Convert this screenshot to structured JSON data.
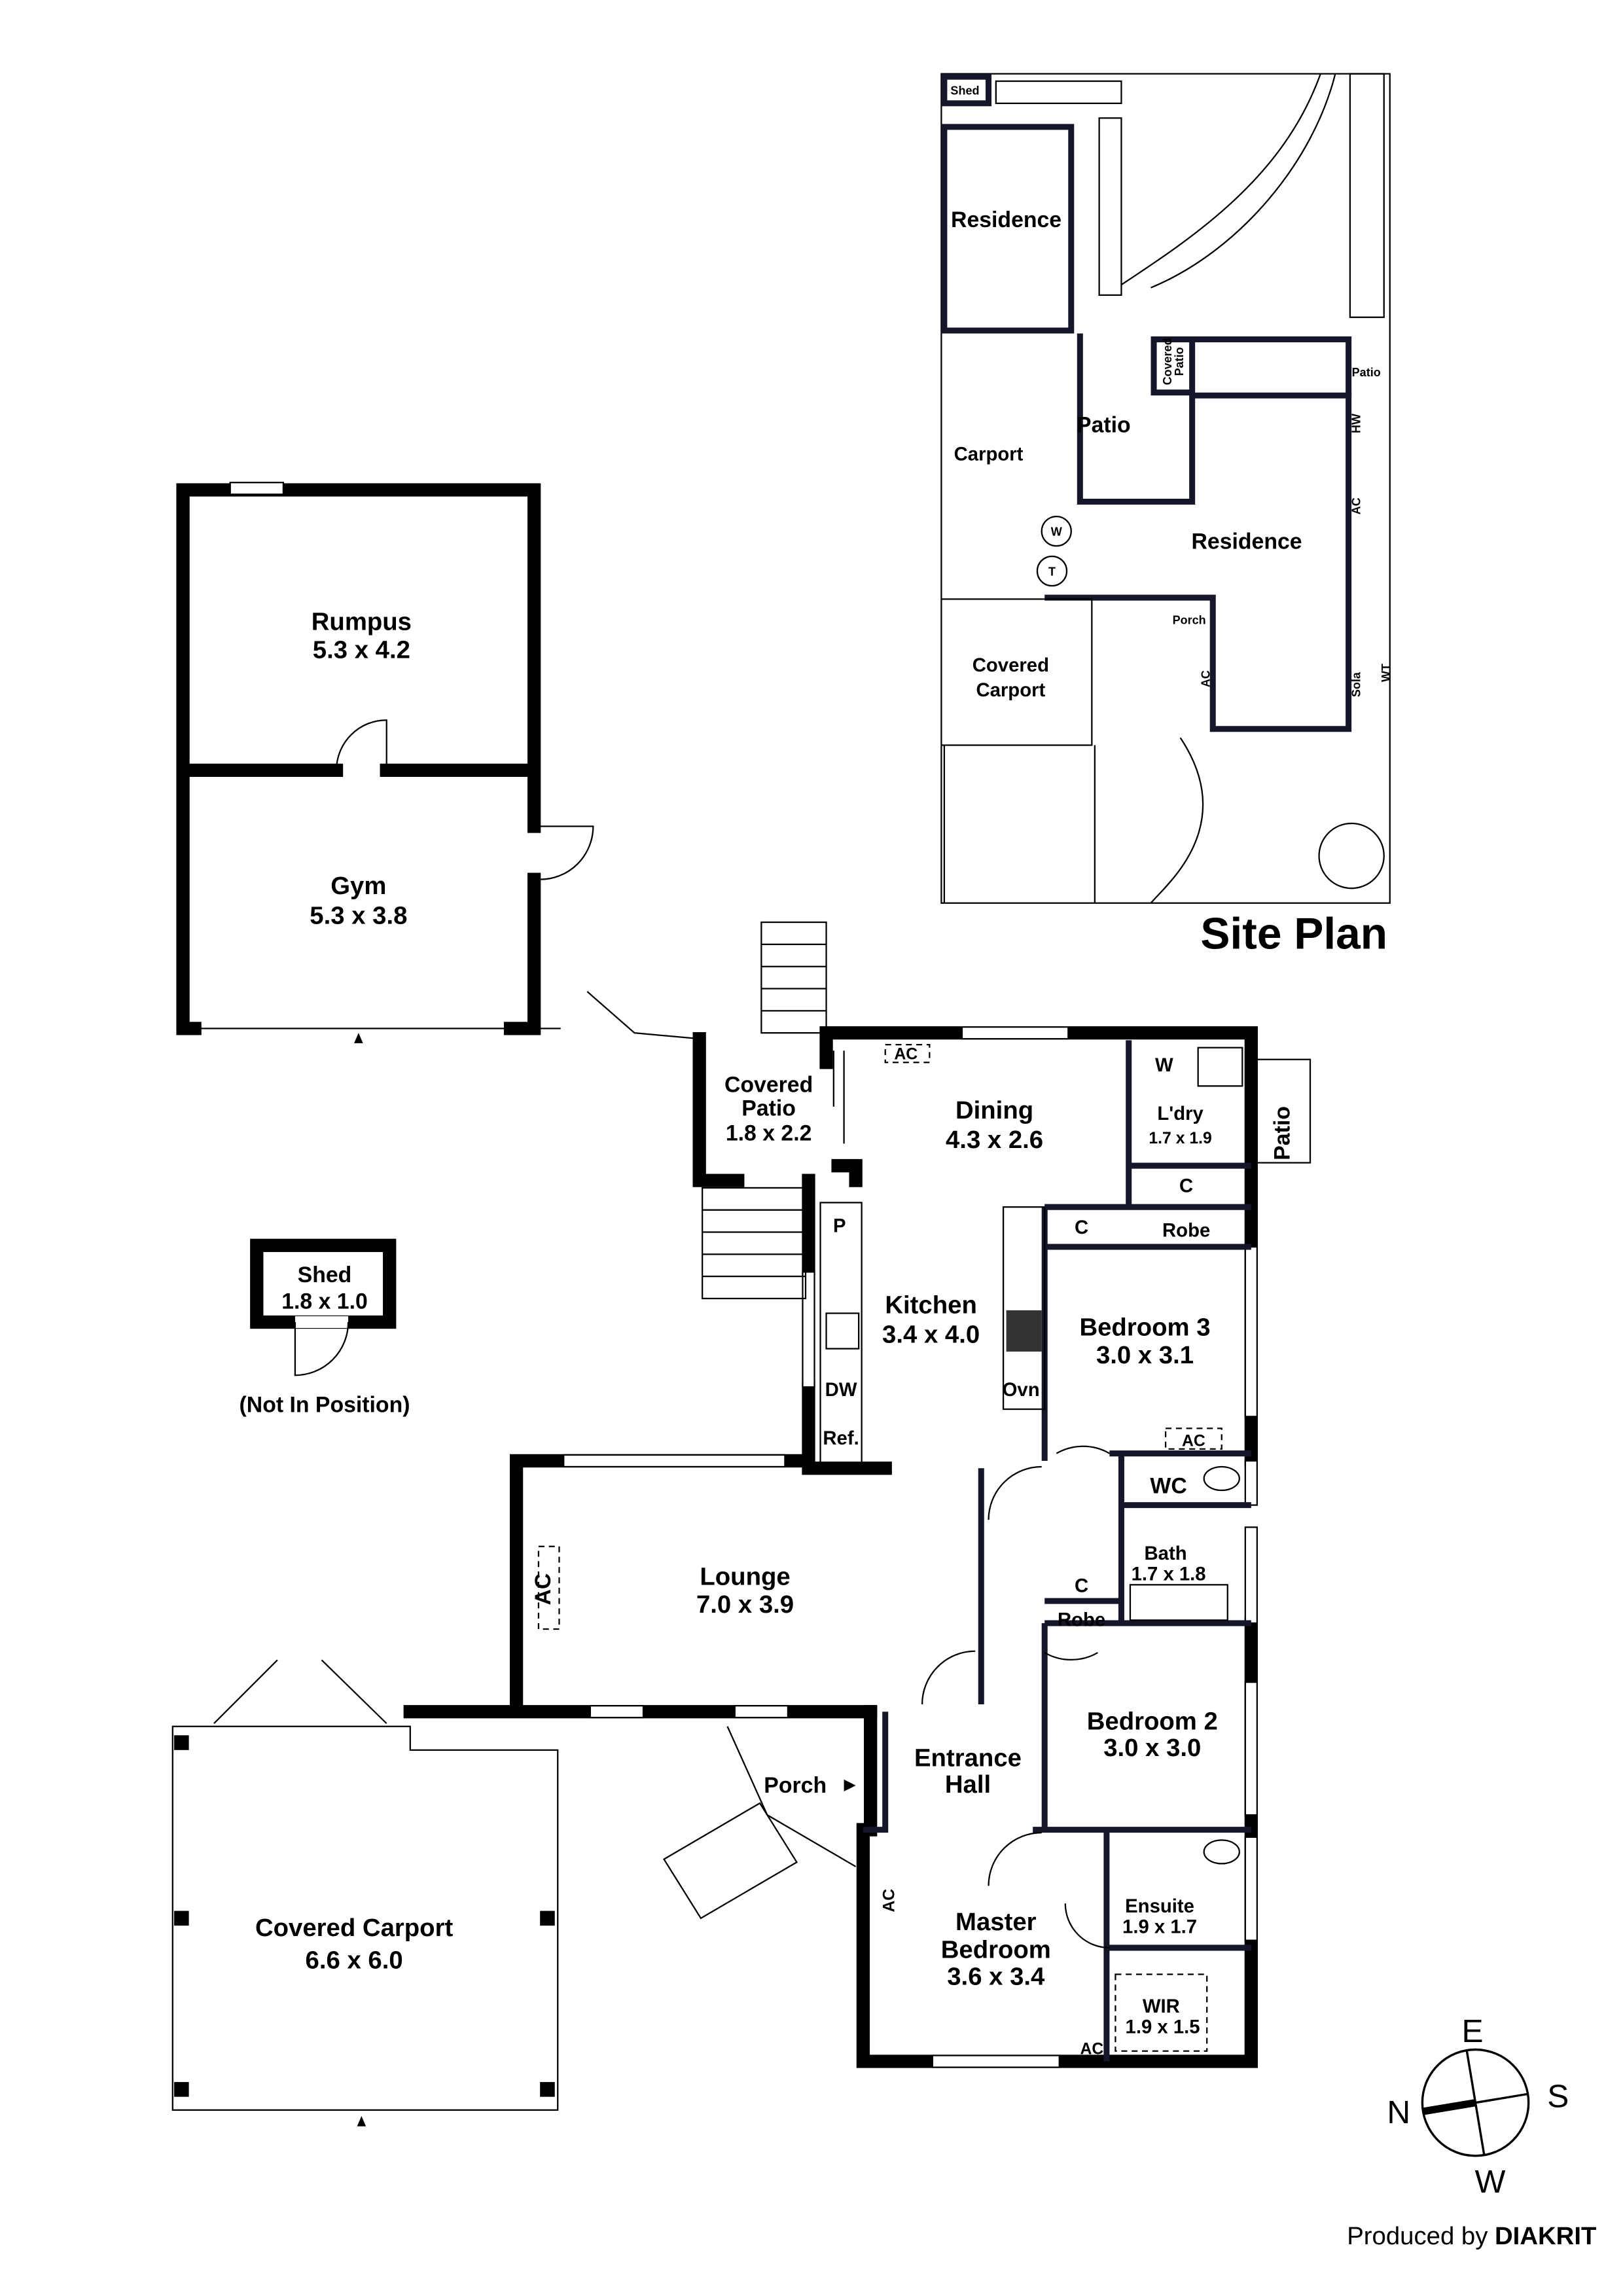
{
  "outbuilding": {
    "rumpus": {
      "name": "Rumpus",
      "dims": "5.3 x 4.2"
    },
    "gym": {
      "name": "Gym",
      "dims": "5.3 x 3.8"
    }
  },
  "shed": {
    "name": "Shed",
    "dims": "1.8 x 1.0",
    "note": "(Not In Position)"
  },
  "covered_carport": {
    "name": "Covered Carport",
    "dims": "6.6 x 6.0"
  },
  "house": {
    "covered_patio": {
      "line1": "Covered",
      "line2": "Patio",
      "dims": "1.8 x 2.2"
    },
    "dining": {
      "name": "Dining",
      "dims": "4.3 x 2.6",
      "ac": "AC"
    },
    "laundry": {
      "name": "L'dry",
      "dims": "1.7 x 1.9",
      "w": "W",
      "c": "C"
    },
    "patio": "Patio",
    "kitchen": {
      "name": "Kitchen",
      "dims": "3.4 x 4.0",
      "p": "P",
      "dw": "DW",
      "ref": "Ref.",
      "ovn": "Ovn"
    },
    "bedroom3": {
      "name": "Bedroom 3",
      "dims": "3.0 x 3.1",
      "robe": "Robe",
      "c": "C",
      "ac": "AC"
    },
    "wc": "WC",
    "bath": {
      "name": "Bath",
      "dims": "1.7 x 1.8"
    },
    "lounge": {
      "name": "Lounge",
      "dims": "7.0 x 3.9",
      "ac": "AC"
    },
    "bedroom2": {
      "name": "Bedroom 2",
      "dims": "3.0 x 3.0",
      "robe": "Robe",
      "c": "C"
    },
    "entrance": {
      "line1": "Entrance",
      "line2": "Hall"
    },
    "porch": "Porch",
    "master": {
      "line1": "Master",
      "line2": "Bedroom",
      "dims": "3.6 x 3.4",
      "ac": "AC",
      "ac2": "AC"
    },
    "ensuite": {
      "name": "Ensuite",
      "dims": "1.9 x 1.7"
    },
    "wir": {
      "name": "WIR",
      "dims": "1.9 x 1.5"
    }
  },
  "site_plan": {
    "title": "Site Plan",
    "shed": "Shed",
    "residence_rear": "Residence",
    "carport": "Carport",
    "patio": "Patio",
    "covered_patio_1": "Covered",
    "covered_patio_2": "Patio",
    "residence_main": "Residence",
    "covered_carport_1": "Covered",
    "covered_carport_2": "Carport",
    "porch": "Porch",
    "side_patio": "Patio",
    "hw": "HW",
    "ac": "AC",
    "ac2": "AC",
    "sola": "Sola",
    "wt": "WT",
    "w": "W",
    "t": "T"
  },
  "compass": {
    "e": "E",
    "s": "S",
    "w": "W",
    "n": "N"
  },
  "credit": {
    "prefix": "Produced by ",
    "brand": "DIAKRIT"
  }
}
